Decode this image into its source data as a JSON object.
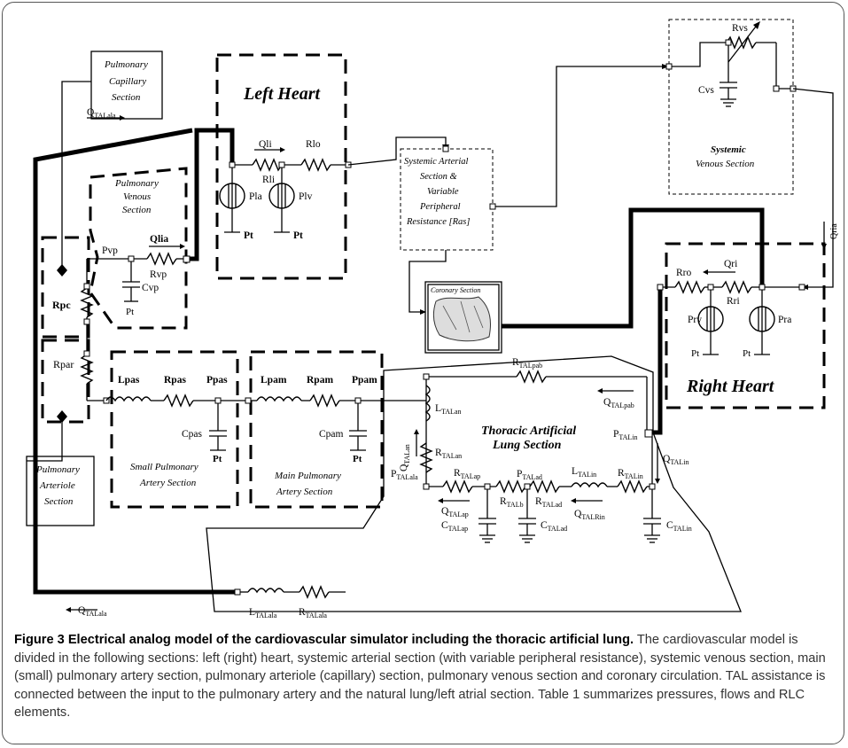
{
  "labels": {
    "left_heart": "Left Heart",
    "right_heart": "Right Heart",
    "thoracic_lung_1": "Thoracic Artificial",
    "thoracic_lung_2": "Lung Section",
    "systemic_venous_1": "Systemic",
    "systemic_venous_2": "Venous Section",
    "pulm_capillary_1": "Pulmonary",
    "pulm_capillary_2": "Capillary",
    "pulm_capillary_3": "Section",
    "pulm_venous_1": "Pulmonary",
    "pulm_venous_2": "Venous",
    "pulm_venous_3": "Section",
    "pulm_arteriole_1": "Pulmonary",
    "pulm_arteriole_2": "Arteriole",
    "pulm_arteriole_3": "Section",
    "systemic_arterial_1": "Systemic Arterial",
    "systemic_arterial_2": "Section &",
    "systemic_arterial_3": "Variable",
    "systemic_arterial_4": "Peripheral",
    "systemic_arterial_5": "Resistance [Ras]",
    "coronary": "Coronary Section",
    "small_pulm_1": "Small Pulmonary",
    "small_pulm_2": "Artery Section",
    "main_pulm_1": "Main Pulmonary",
    "main_pulm_2": "Artery  Section"
  },
  "elements": {
    "Qli": "Qli",
    "Rli": "Rli",
    "Rlo": "Rlo",
    "Pla": "Pla",
    "Plv": "Plv",
    "Pt": "Pt",
    "Qlia": "Qlia",
    "Pvp": "Pvp",
    "Rvp": "Rvp",
    "Cvp": "Cvp",
    "Rpc": "Rpc",
    "Rpar": "Rpar",
    "Lpas": "Lpas",
    "Rpas": "Rpas",
    "Ppas": "Ppas",
    "Cpas": "Cpas",
    "Lpam": "Lpam",
    "Rpam": "Rpam",
    "Ppam": "Ppam",
    "Cpam": "Cpam",
    "Rvs": "Rvs",
    "Cvs": "Cvs",
    "Qria": "Qria",
    "Rro": "Rro",
    "Qri": "Qri",
    "Rri": "Rri",
    "Prv": "Prv",
    "Pra": "Pra"
  },
  "subscripts": {
    "Q": "Q",
    "R": "R",
    "L": "L",
    "P": "P",
    "C": "C",
    "TALala": "TALala",
    "TALpab": "TALpab",
    "TALan": "TALan",
    "TALin": "TALin",
    "TALap": "TALap",
    "TALad": "TALad",
    "TALb": "TALb",
    "TALRin": "TALRin",
    "TALpa": "TALpab"
  },
  "caption": {
    "title": "Figure 3 Electrical analog model of the cardiovascular simulator including the thoracic artificial lung.",
    "body": "The cardiovascular model is divided in the following sections: left (right) heart, systemic arterial section (with variable peripheral resistance), systemic venous section, main (small) pulmonary artery section, pulmonary arteriole (capillary) section, pulmonary venous section and coronary circulation. TAL assistance is connected between the input to the pulmonary artery and the natural lung/left atrial section. Table 1 summarizes pressures, flows and RLC elements."
  }
}
